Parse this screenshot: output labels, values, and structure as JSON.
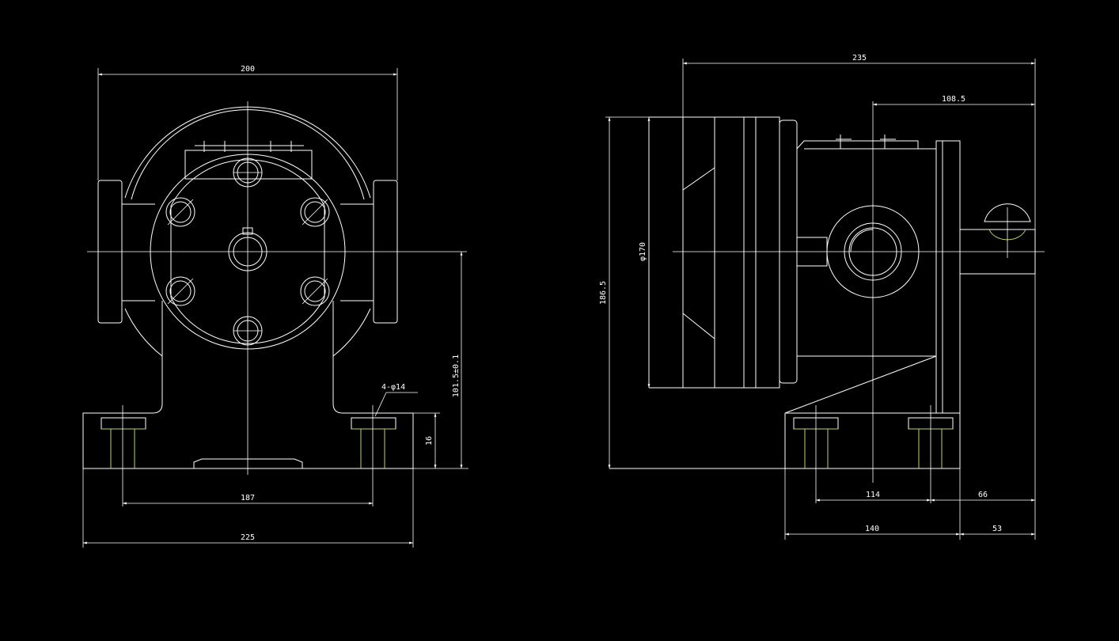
{
  "drawing": {
    "line_color": "#ffffff",
    "accent_color": "#b7d36a",
    "background": "#000000",
    "front_view": {
      "dim_overall_width": "200",
      "dim_bolt_spacing": "187",
      "dim_base_width": "225",
      "dim_base_height": "16",
      "dim_center_height": "101.5±0.1",
      "note_holes": "4-φ14"
    },
    "side_view": {
      "dim_overall_length": "235",
      "dim_shaft_offset": "108.5",
      "dim_diameter": "φ170",
      "dim_total_height": "186.5",
      "dim_hole_spacing": "114",
      "dim_right_hole": "66",
      "dim_base_length": "140",
      "dim_shaft_length": "53"
    }
  }
}
